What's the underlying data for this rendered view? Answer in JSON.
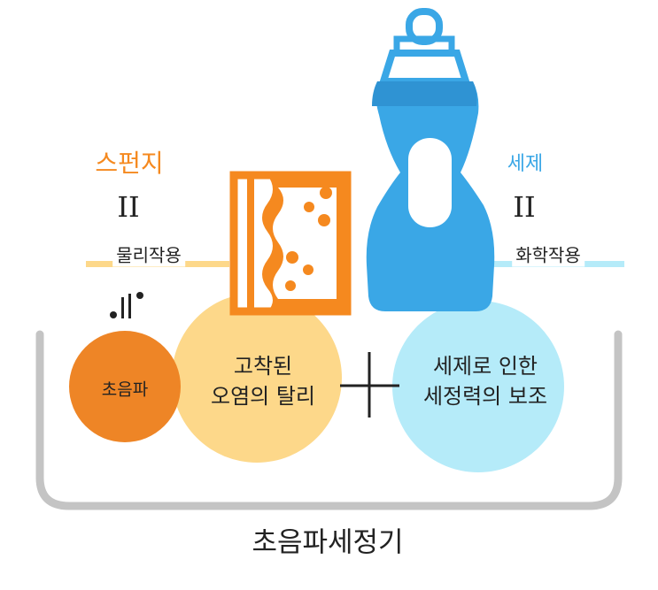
{
  "diagram": {
    "left_label": {
      "title": "스펀지",
      "equals": "II",
      "desc": "물리작용"
    },
    "right_label": {
      "title": "세제",
      "equals": "II",
      "desc": "화학작용"
    },
    "ultrasound_circle": "초음파",
    "detach_circle": "고착된\n오염의 탈리",
    "detergent_circle": "세제로 인한\n세정력의 보조",
    "bottom_title": "초음파세정기",
    "colors": {
      "orange": "#f5891f",
      "dark_orange": "#ee8526",
      "light_orange": "#fdd88a",
      "light_blue": "#b5ebf9",
      "blue": "#3aa7e6",
      "tray": "#c4c4c4",
      "plus": "#222222"
    }
  }
}
